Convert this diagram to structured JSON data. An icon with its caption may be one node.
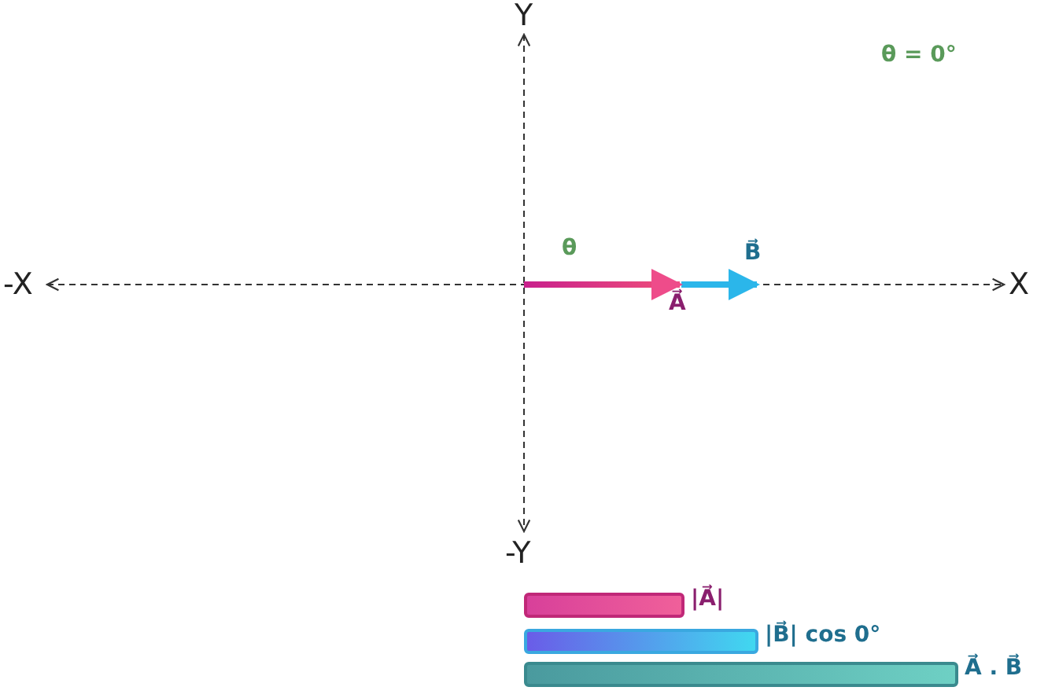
{
  "diagram": {
    "nodes": [
      {
        "text": [],
        "shape": "bar",
        "beside": [
          "|A⃗|"
        ]
      },
      {
        "text": [],
        "shape": "bar",
        "beside": [
          "|B⃗| cos 0°"
        ]
      },
      {
        "text": [],
        "shape": "bar",
        "beside": [
          "A⃗ . B⃗"
        ]
      }
    ],
    "labels": [
      "Y",
      "θ = 0°",
      "θ",
      "B⃗",
      "-X",
      "X",
      "A⃗",
      "-Y"
    ]
  }
}
